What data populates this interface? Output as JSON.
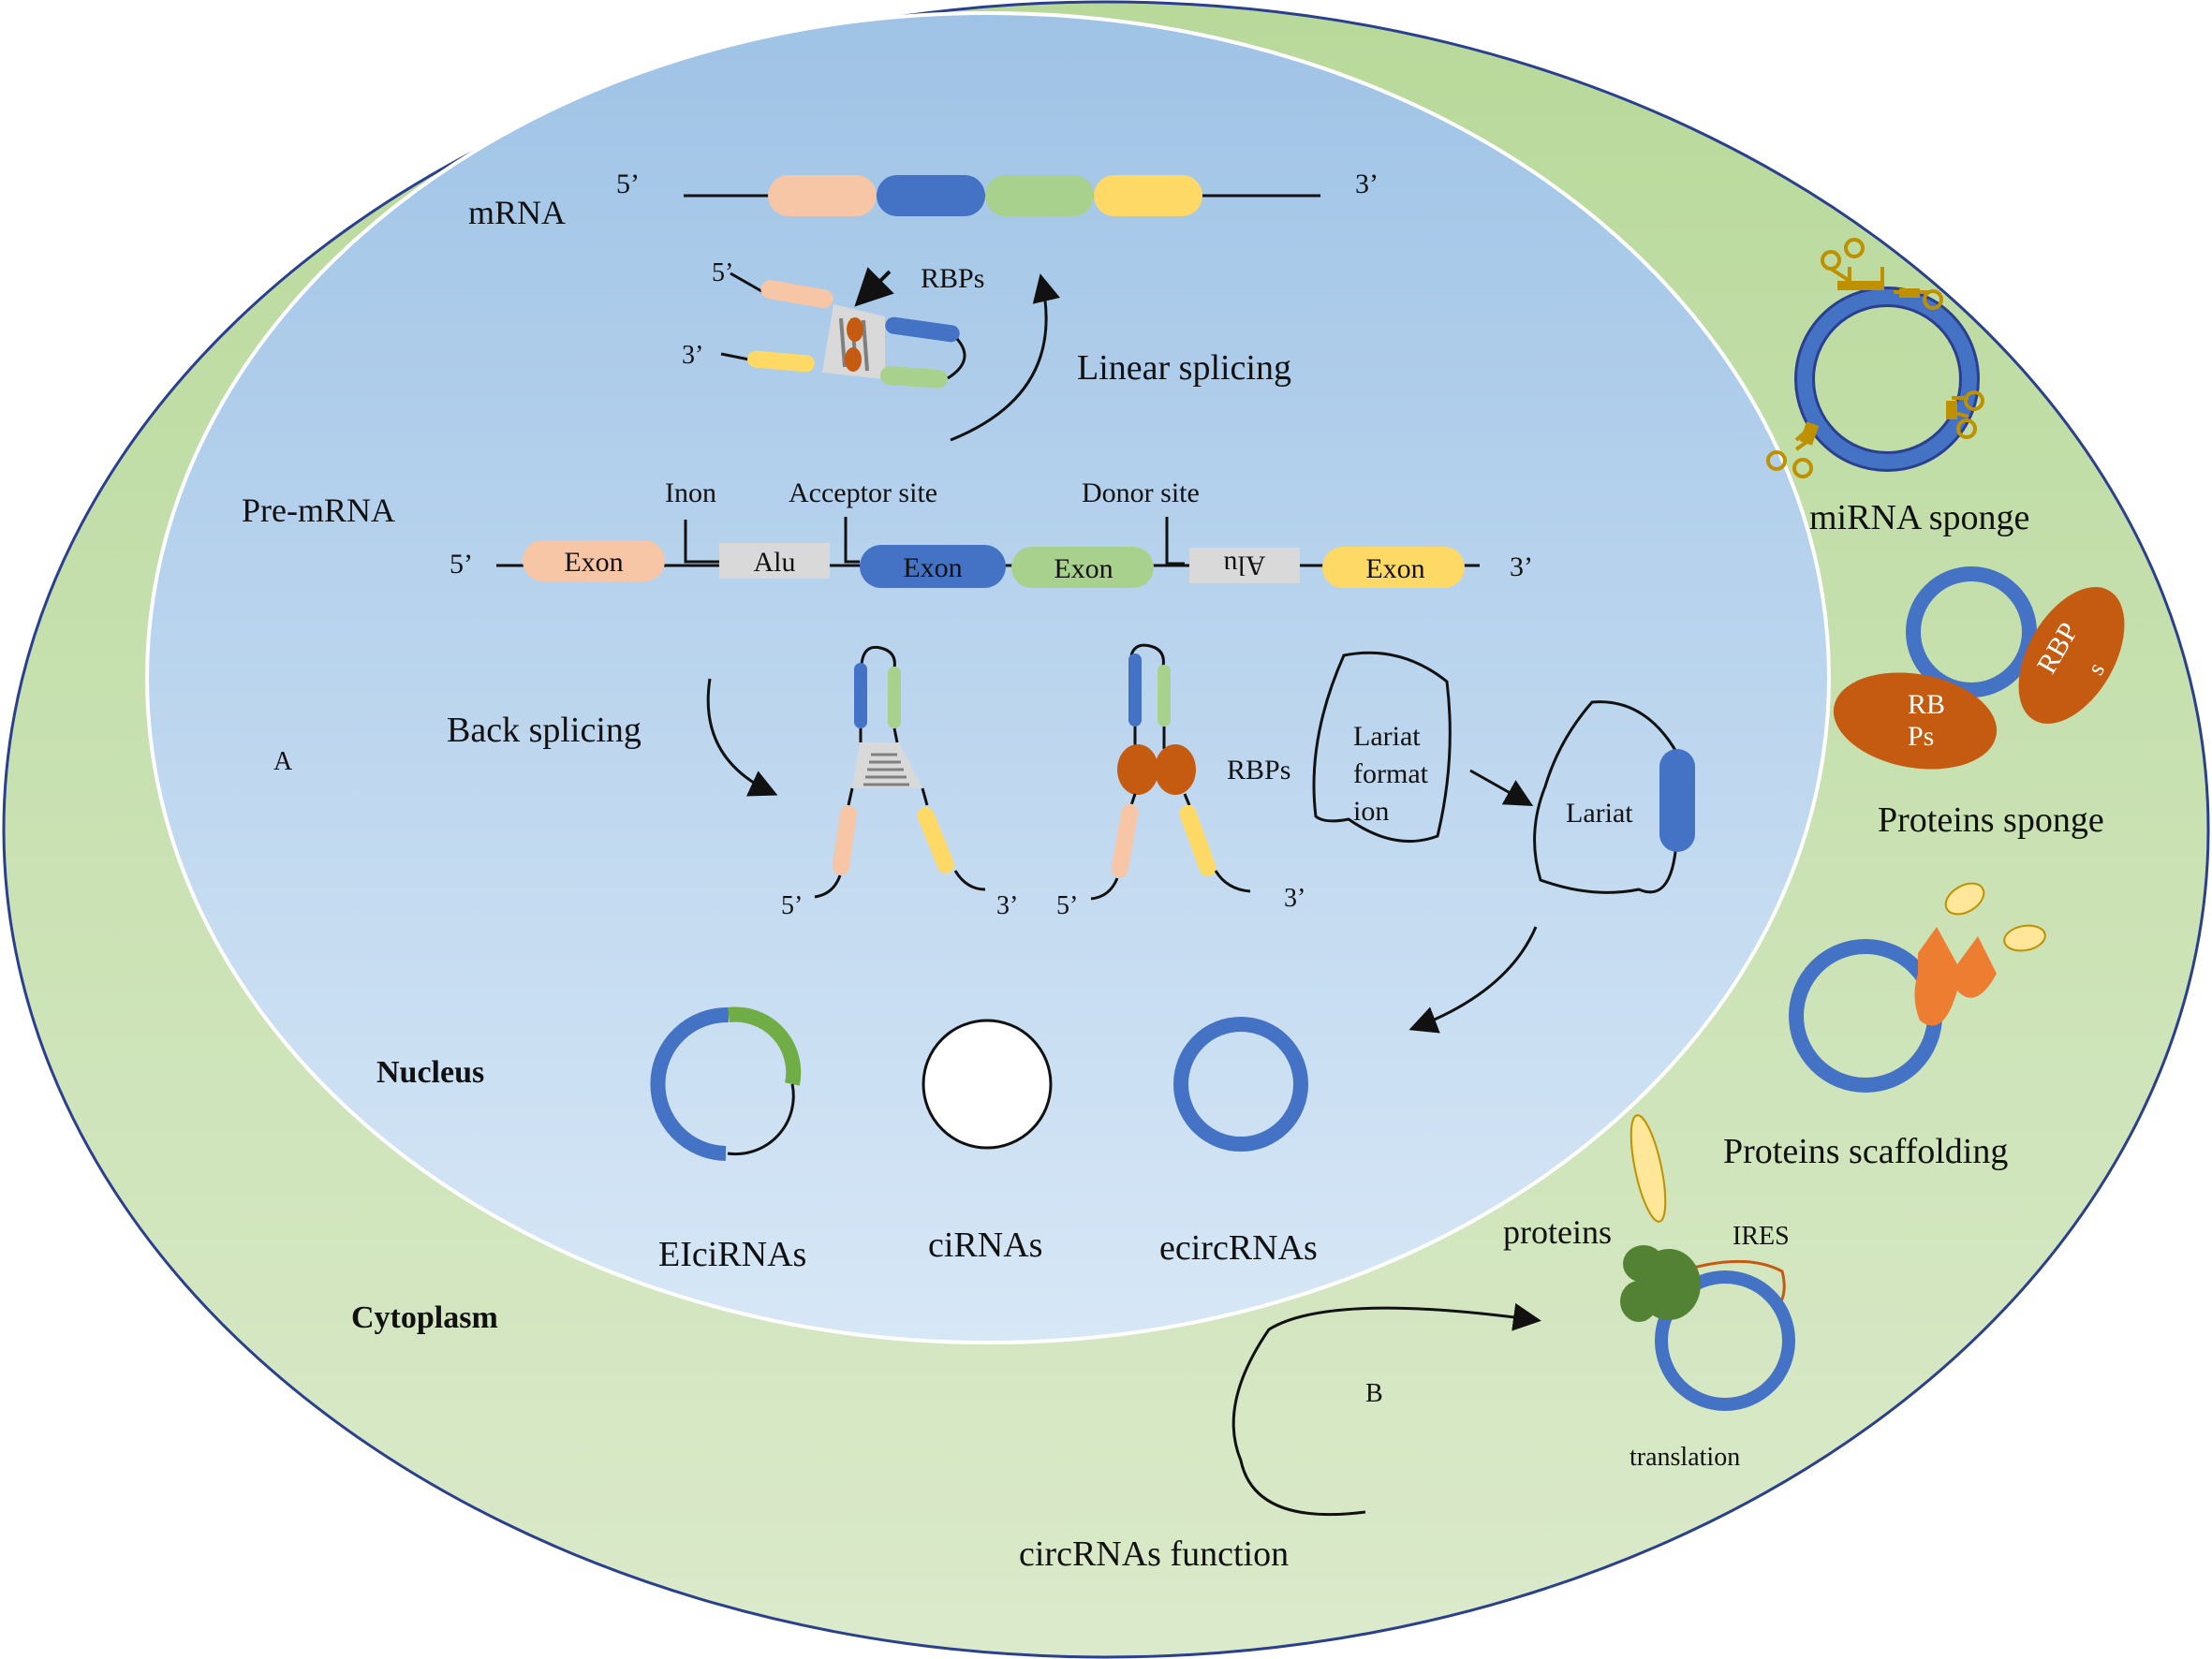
{
  "colors": {
    "cytoplasm_top": "#b8d99a",
    "cytoplasm_bottom": "#dbeacb",
    "nucleus_top": "#9fc3e6",
    "nucleus_bottom": "#d7e7f6",
    "outline": "#2b3f8f",
    "exon_peach": "#f6c6a6",
    "exon_blue": "#4472c4",
    "exon_green": "#a9d18e",
    "exon_yellow": "#ffd966",
    "alu_gray": "#d9d9d9",
    "rbp_orange": "#c55a11",
    "scaffold_orange": "#ed7d31",
    "mirna_gold": "#bf9000",
    "ribosome_green": "#548235",
    "pale_yellow": "#ffe699",
    "intron_green": "#70ad47"
  },
  "compartments": {
    "nucleus": "Nucleus",
    "cytoplasm": "Cytoplasm"
  },
  "mrna": {
    "label": "mRNA",
    "five_prime": "5’",
    "three_prime": "3’"
  },
  "linear": {
    "five_prime": "5’",
    "three_prime": "3’",
    "rbps": "RBPs",
    "label": "Linear splicing"
  },
  "premrna": {
    "label": "Pre-mRNA",
    "five_prime": "5’",
    "three_prime": "3’",
    "intron": "Inon",
    "acceptor": "Acceptor site",
    "donor": "Donor site",
    "segments": [
      {
        "kind": "exon",
        "text": "Exon",
        "color": "exon_peach"
      },
      {
        "kind": "alu",
        "text": "Alu",
        "color": "alu_gray"
      },
      {
        "kind": "exon",
        "text": "Exon",
        "color": "exon_blue"
      },
      {
        "kind": "exon",
        "text": "Exon",
        "color": "exon_green"
      },
      {
        "kind": "alu",
        "text": "Alu",
        "color": "alu_gray"
      },
      {
        "kind": "exon",
        "text": "Exon",
        "color": "exon_yellow"
      }
    ]
  },
  "back_splicing": {
    "label": "Back splicing",
    "panel_a": "A",
    "hairpin1": {
      "five_prime": "5’",
      "three_prime": "3’"
    },
    "hairpin2": {
      "five_prime": "5’",
      "three_prime": "3’",
      "rbps": "RBPs"
    },
    "lariat_formation": [
      "Lariat",
      "format",
      "ion"
    ],
    "lariat": "Lariat"
  },
  "circ_types": [
    "EIciRNAs",
    "ciRNAs",
    "ecircRNAs"
  ],
  "functions": {
    "mirna_sponge": "miRNA sponge",
    "proteins_sponge": "Proteins sponge",
    "rbp_top": [
      "RBP",
      "s"
    ],
    "rbp_bottom": [
      "RB",
      "Ps"
    ],
    "scaffolding": "Proteins scaffolding",
    "proteins": "proteins",
    "ires": "IRES",
    "translation": "translation",
    "panel_b": "B",
    "circrnas_function": "circRNAs function"
  }
}
